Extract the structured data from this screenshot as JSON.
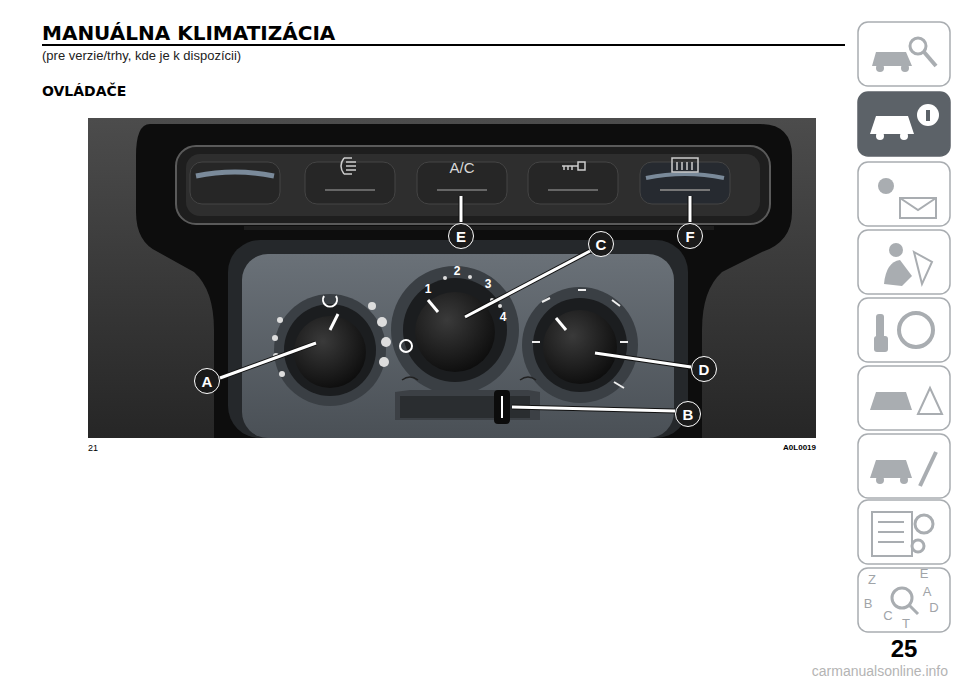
{
  "diagram": {
    "title": "MANUÁLNA KLIMATIZÁCIA",
    "nodes": [
      {
        "text": [
          "E"
        ]
      },
      {
        "text": [
          "C"
        ]
      },
      {
        "text": [
          "F"
        ]
      },
      {
        "text": [
          "A"
        ]
      },
      {
        "text": [
          "D"
        ]
      },
      {
        "text": [
          "B"
        ]
      }
    ],
    "labels": [
      "(pre verzie/trhy, kde je k dispozícii)",
      "OVLÁDAČE",
      "A/C",
      "1",
      "2",
      "3",
      "4",
      "21",
      "A0L0019",
      "Z",
      "E",
      "A",
      "B",
      "C",
      "T",
      "D",
      "25",
      "carmanualsonline.info"
    ]
  }
}
